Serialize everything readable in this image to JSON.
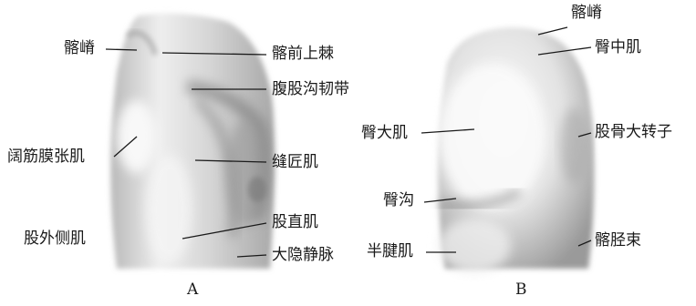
{
  "panels": [
    {
      "caption": "A",
      "labels": [
        {
          "id": "iliac-crest-a",
          "text": "髂嵴"
        },
        {
          "id": "asis",
          "text": "髂前上棘"
        },
        {
          "id": "inguinal-ligament",
          "text": "腹股沟韧带"
        },
        {
          "id": "tensor-fasciae-latae",
          "text": "阔筋膜张肌"
        },
        {
          "id": "sartorius",
          "text": "缝匠肌"
        },
        {
          "id": "rectus-femoris",
          "text": "股直肌"
        },
        {
          "id": "vastus-lateralis",
          "text": "股外侧肌"
        },
        {
          "id": "great-saphenous-vein",
          "text": "大隐静脉"
        }
      ]
    },
    {
      "caption": "B",
      "labels": [
        {
          "id": "iliac-crest-b",
          "text": "髂嵴"
        },
        {
          "id": "gluteus-medius",
          "text": "臀中肌"
        },
        {
          "id": "gluteus-maximus",
          "text": "臀大肌"
        },
        {
          "id": "greater-trochanter",
          "text": "股骨大转子"
        },
        {
          "id": "gluteal-fold",
          "text": "臀沟"
        },
        {
          "id": "semitendinosus",
          "text": "半腱肌"
        },
        {
          "id": "iliotibial-tract",
          "text": "髂胫束"
        }
      ]
    }
  ],
  "colors": {
    "ink": "#1a1a1a",
    "skin_light": "#f4f4f4",
    "skin_mid": "#cfcfcf",
    "skin_dark": "#8a8a8a"
  }
}
